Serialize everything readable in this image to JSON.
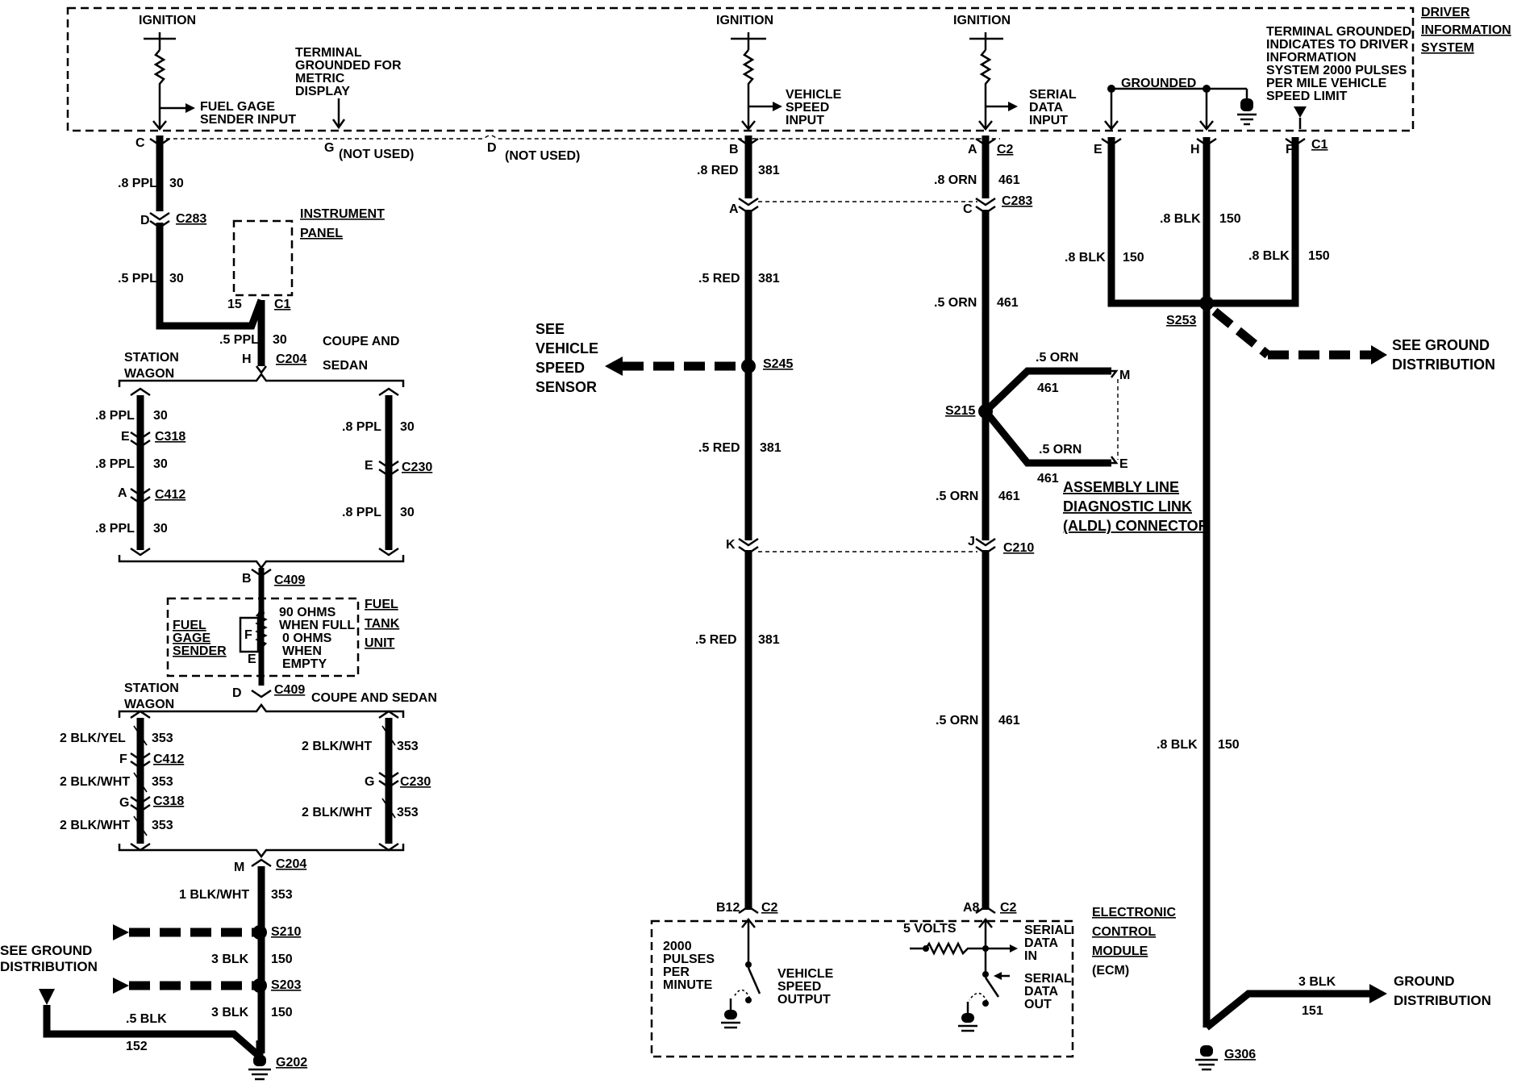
{
  "system": {
    "title": [
      "DRIVER",
      "INFORMATION",
      "SYSTEM"
    ]
  },
  "ignition": {
    "label": "IGNITION"
  },
  "inputs": {
    "fuel_gage": [
      "FUEL GAGE",
      "SENDER INPUT"
    ],
    "metric": [
      "TERMINAL",
      "GROUNDED FOR",
      "METRIC",
      "DISPLAY"
    ],
    "vehicle_speed": [
      "VEHICLE",
      "SPEED",
      "INPUT"
    ],
    "serial_data": [
      "SERIAL",
      "DATA",
      "INPUT"
    ],
    "grounded": "GROUNDED",
    "speed_limit": [
      "TERMINAL GROUNDED",
      "INDICATES TO DRIVER",
      "INFORMATION",
      "SYSTEM 2000 PULSES",
      "PER MILE VEHICLE",
      "SPEED LIMIT"
    ]
  },
  "top_pins": {
    "C": "C",
    "G": "G",
    "D": "D",
    "B": "B",
    "A": "A",
    "E": "E",
    "H": "H",
    "F": "F",
    "not_used": "(NOT USED)",
    "c1": "C1",
    "c2": "C2"
  },
  "fuel_circuit": {
    "wire1": ".8 PPL",
    "circ30": "30",
    "pinD": "D",
    "c283": "C283",
    "instrument_panel": [
      "INSTRUMENT",
      "PANEL"
    ],
    "wire2": ".5 PPL",
    "pin15": "15",
    "c1": "C1",
    "wire3": ".5 PPL",
    "pinH": "H",
    "c204": "C204",
    "station_wagon": [
      "STATION",
      "WAGON"
    ],
    "coupe_sedan": [
      "COUPE AND",
      "SEDAN"
    ],
    "sw_w1": ".8 PPL",
    "sw_e": "E",
    "c318": "C318",
    "sw_w2": ".8 PPL",
    "sw_a": "A",
    "c412": "C412",
    "sw_w3": ".8 PPL",
    "cs_w1": ".8 PPL",
    "cs_e": "E",
    "c230": "C230",
    "cs_w2": ".8 PPL",
    "pinB": "B",
    "c409": "C409",
    "sender": [
      "FUEL",
      "GAGE",
      "SENDER"
    ],
    "tank": [
      "FUEL",
      "TANK",
      "UNIT"
    ],
    "ohms": [
      "90 OHMS",
      "WHEN FULL",
      "0 OHMS",
      "WHEN",
      "EMPTY"
    ],
    "F": "F",
    "E": "E",
    "pinD2": "D",
    "c409b": "C409",
    "station_wagon2": [
      "STATION",
      "WAGON"
    ],
    "coupe_sedan2": "COUPE AND SEDAN",
    "g_w1": "2 BLK/YEL",
    "c353": "353",
    "pinF": "F",
    "c412b": "C412",
    "g_w2": "2 BLK/WHT",
    "pinG": "G",
    "c318b": "C318",
    "g_w3": "2 BLK/WHT",
    "cs_g1": "2 BLK/WHT",
    "cs_g": "G",
    "c230b": "C230",
    "cs_g2": "2 BLK/WHT",
    "pinM": "M",
    "c204b": "C204",
    "g_w4": "1 BLK/WHT",
    "s210": "S210",
    "s203": "S203",
    "b3blk": "3 BLK",
    "c150": "150",
    "b3blk2": "3 BLK",
    "c150b": "150",
    "ground_dist": [
      "SEE GROUND",
      "DISTRIBUTION"
    ],
    "b5blk": ".5 BLK",
    "c152": "152",
    "g202": "G202"
  },
  "vss_circuit": {
    "w1": ".8 RED",
    "c381": "381",
    "pinA": "A",
    "w2": ".5 RED",
    "see_vss": [
      "SEE",
      "VEHICLE",
      "SPEED",
      "SENSOR"
    ],
    "s245": "S245",
    "w3": ".5 RED",
    "pinK": "K",
    "w4": ".5 RED",
    "b12": "B12",
    "c2": "C2"
  },
  "serial_circuit": {
    "w1": ".8 ORN",
    "c461": "461",
    "pinC": "C",
    "c283": "C283",
    "w2": ".5 ORN",
    "s215": "S215",
    "aldl_w1": ".5 ORN",
    "aldl_c1": "461",
    "pinM": "M",
    "aldl_w2": ".5 ORN",
    "aldl_c2": "461",
    "pinE": "E",
    "aldl": [
      "ASSEMBLY LINE",
      "DIAGNOSTIC LINK",
      "(ALDL) CONNECTOR"
    ],
    "w3": ".5 ORN",
    "pinJ": "J",
    "c210": "C210",
    "w4": ".5 ORN",
    "a8": "A8",
    "c2": "C2"
  },
  "ecm": {
    "title": [
      "ELECTRONIC",
      "CONTROL",
      "MODULE",
      "(ECM)"
    ],
    "pulses": [
      "2000",
      "PULSES",
      "PER",
      "MINUTE"
    ],
    "vso": [
      "VEHICLE",
      "SPEED",
      "OUTPUT"
    ],
    "volts": "5 VOLTS",
    "sdin": [
      "SERIAL",
      "DATA",
      "IN"
    ],
    "sdout": [
      "SERIAL",
      "DATA",
      "OUT"
    ]
  },
  "ground_circuit": {
    "w1": ".8 BLK",
    "c150": "150",
    "w2": ".8 BLK",
    "c150b": "150",
    "w3": ".8 BLK",
    "c150c": "150",
    "s253": "S253",
    "see_gd": [
      "SEE GROUND",
      "DISTRIBUTION"
    ],
    "w4": ".8 BLK",
    "c150d": "150",
    "w5": "3 BLK",
    "c151": "151",
    "gd": [
      "GROUND",
      "DISTRIBUTION"
    ],
    "g306": "G306"
  }
}
